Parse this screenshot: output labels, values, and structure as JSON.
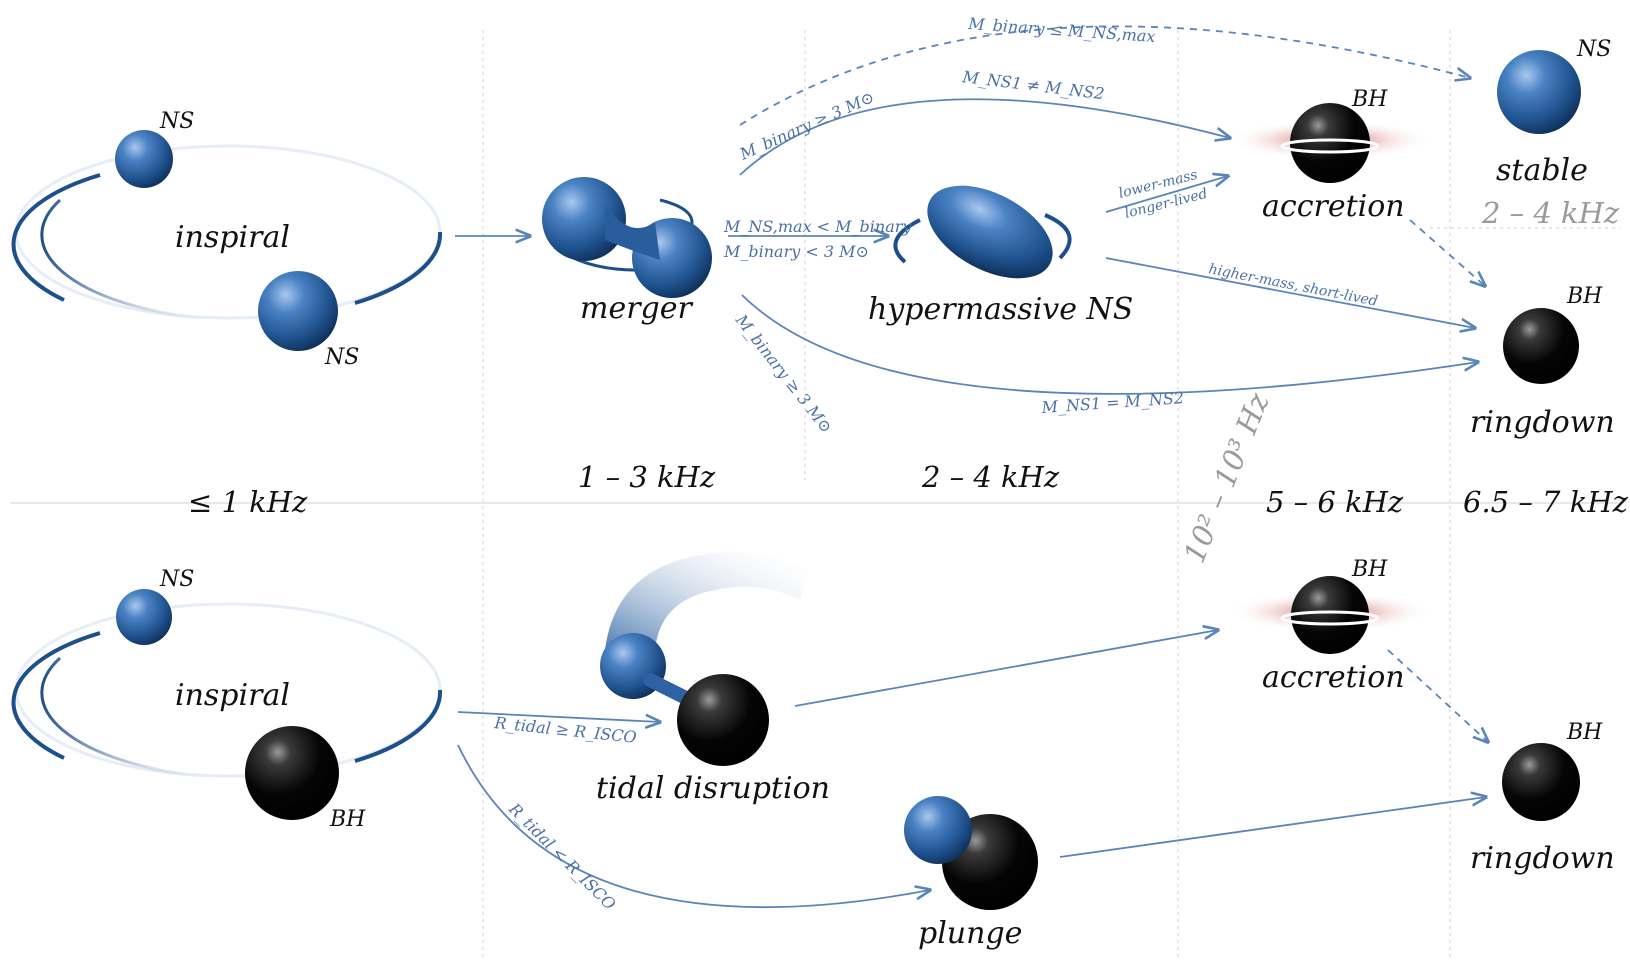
{
  "labels": {
    "inspiral": "inspiral",
    "merger": "merger",
    "hypermassive": "hypermassive NS",
    "accretion": "accretion",
    "stable": "stable",
    "ringdown": "ringdown",
    "tidal_disruption": "tidal disruption",
    "plunge": "plunge"
  },
  "tags": {
    "ns": "NS",
    "bh": "BH"
  },
  "frequencies": {
    "inspiral": "≤  1 kHz",
    "merger": "1 – 3 kHz",
    "hypermassive": "2 – 4 kHz",
    "accretion": "5 – 6 kHz",
    "ringdown": "6.5 – 7 kHz",
    "stable": "2 – 4 kHz",
    "accretion_range": "10² – 10³ Hz"
  },
  "conditions": {
    "top_dashed": "M_binary ≤ M_NS,max",
    "unequal": "M_NS1 ≠ M_NS2",
    "binary_ge_upper": "M_binary ≥ 3 M⊙",
    "nsmax_lt_binary": "M_NS,max < M_binary",
    "binary_lt_3": "M_binary  < 3 M⊙",
    "lower_mass": "lower-mass",
    "longer_lived": "longer-lived",
    "higher_mass": "higher-mass, short-lived",
    "binary_ge_lower": "M_binary  ≥ 3 M⊙",
    "equal": "M_NS1 = M_NS2",
    "tidal_ge": "R_tidal  ≥ R_ISCO",
    "tidal_lt": "R_tidal < R_ISCO"
  },
  "colors": {
    "arrow": "#5b84b8",
    "ns_sphere": "#2e63a3",
    "bh_sphere": "#000000",
    "accretion_glow": "#d98a8a"
  }
}
